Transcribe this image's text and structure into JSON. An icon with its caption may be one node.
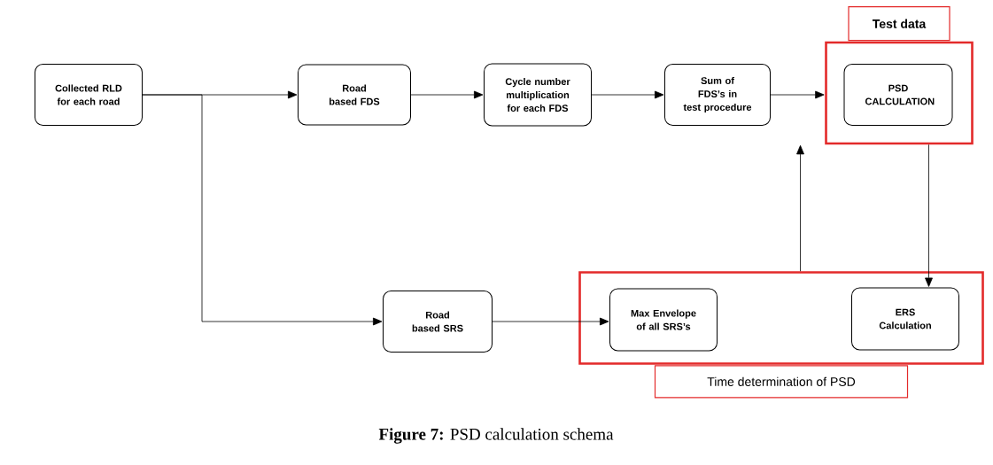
{
  "diagram": {
    "caption": "**Figure 7:** PSD calculation schema",
    "nodes": [
      {
        "text": [
          "Collected RLD for each road"
        ]
      },
      {
        "text": [
          "Road based FDS"
        ]
      },
      {
        "text": [
          "Cycle number multiplication for each FDS"
        ]
      },
      {
        "text": [
          "Sum of FDS’s in test procedure"
        ]
      },
      {
        "text": [
          "Test data"
        ]
      },
      {
        "text": [
          "PSD CALCULATION"
        ],
        "in": 4
      },
      {
        "text": [
          "Road based SRS"
        ]
      },
      {
        "text": [
          "Time determination of PSD"
        ]
      },
      {
        "text": [
          "Max Envelope of all SRS’s"
        ],
        "in": 7
      },
      {
        "text": [
          "ERS Calculation"
        ],
        "in": 7
      }
    ],
    "edges": [
      {
        "from": 0,
        "to": 1,
        "arrow": "to"
      },
      {
        "from": 0,
        "to": 6,
        "arrow": "to"
      },
      {
        "from": 1,
        "to": 2,
        "arrow": "to"
      },
      {
        "from": 2,
        "to": 3,
        "arrow": "to"
      },
      {
        "from": 3,
        "to": 4,
        "arrow": "to"
      },
      {
        "from": 7,
        "to": 4,
        "arrow": "to"
      },
      {
        "from": 4,
        "to": 9,
        "arrow": "to"
      },
      {
        "from": 6,
        "to": 8,
        "arrow": "to"
      }
    ]
  }
}
